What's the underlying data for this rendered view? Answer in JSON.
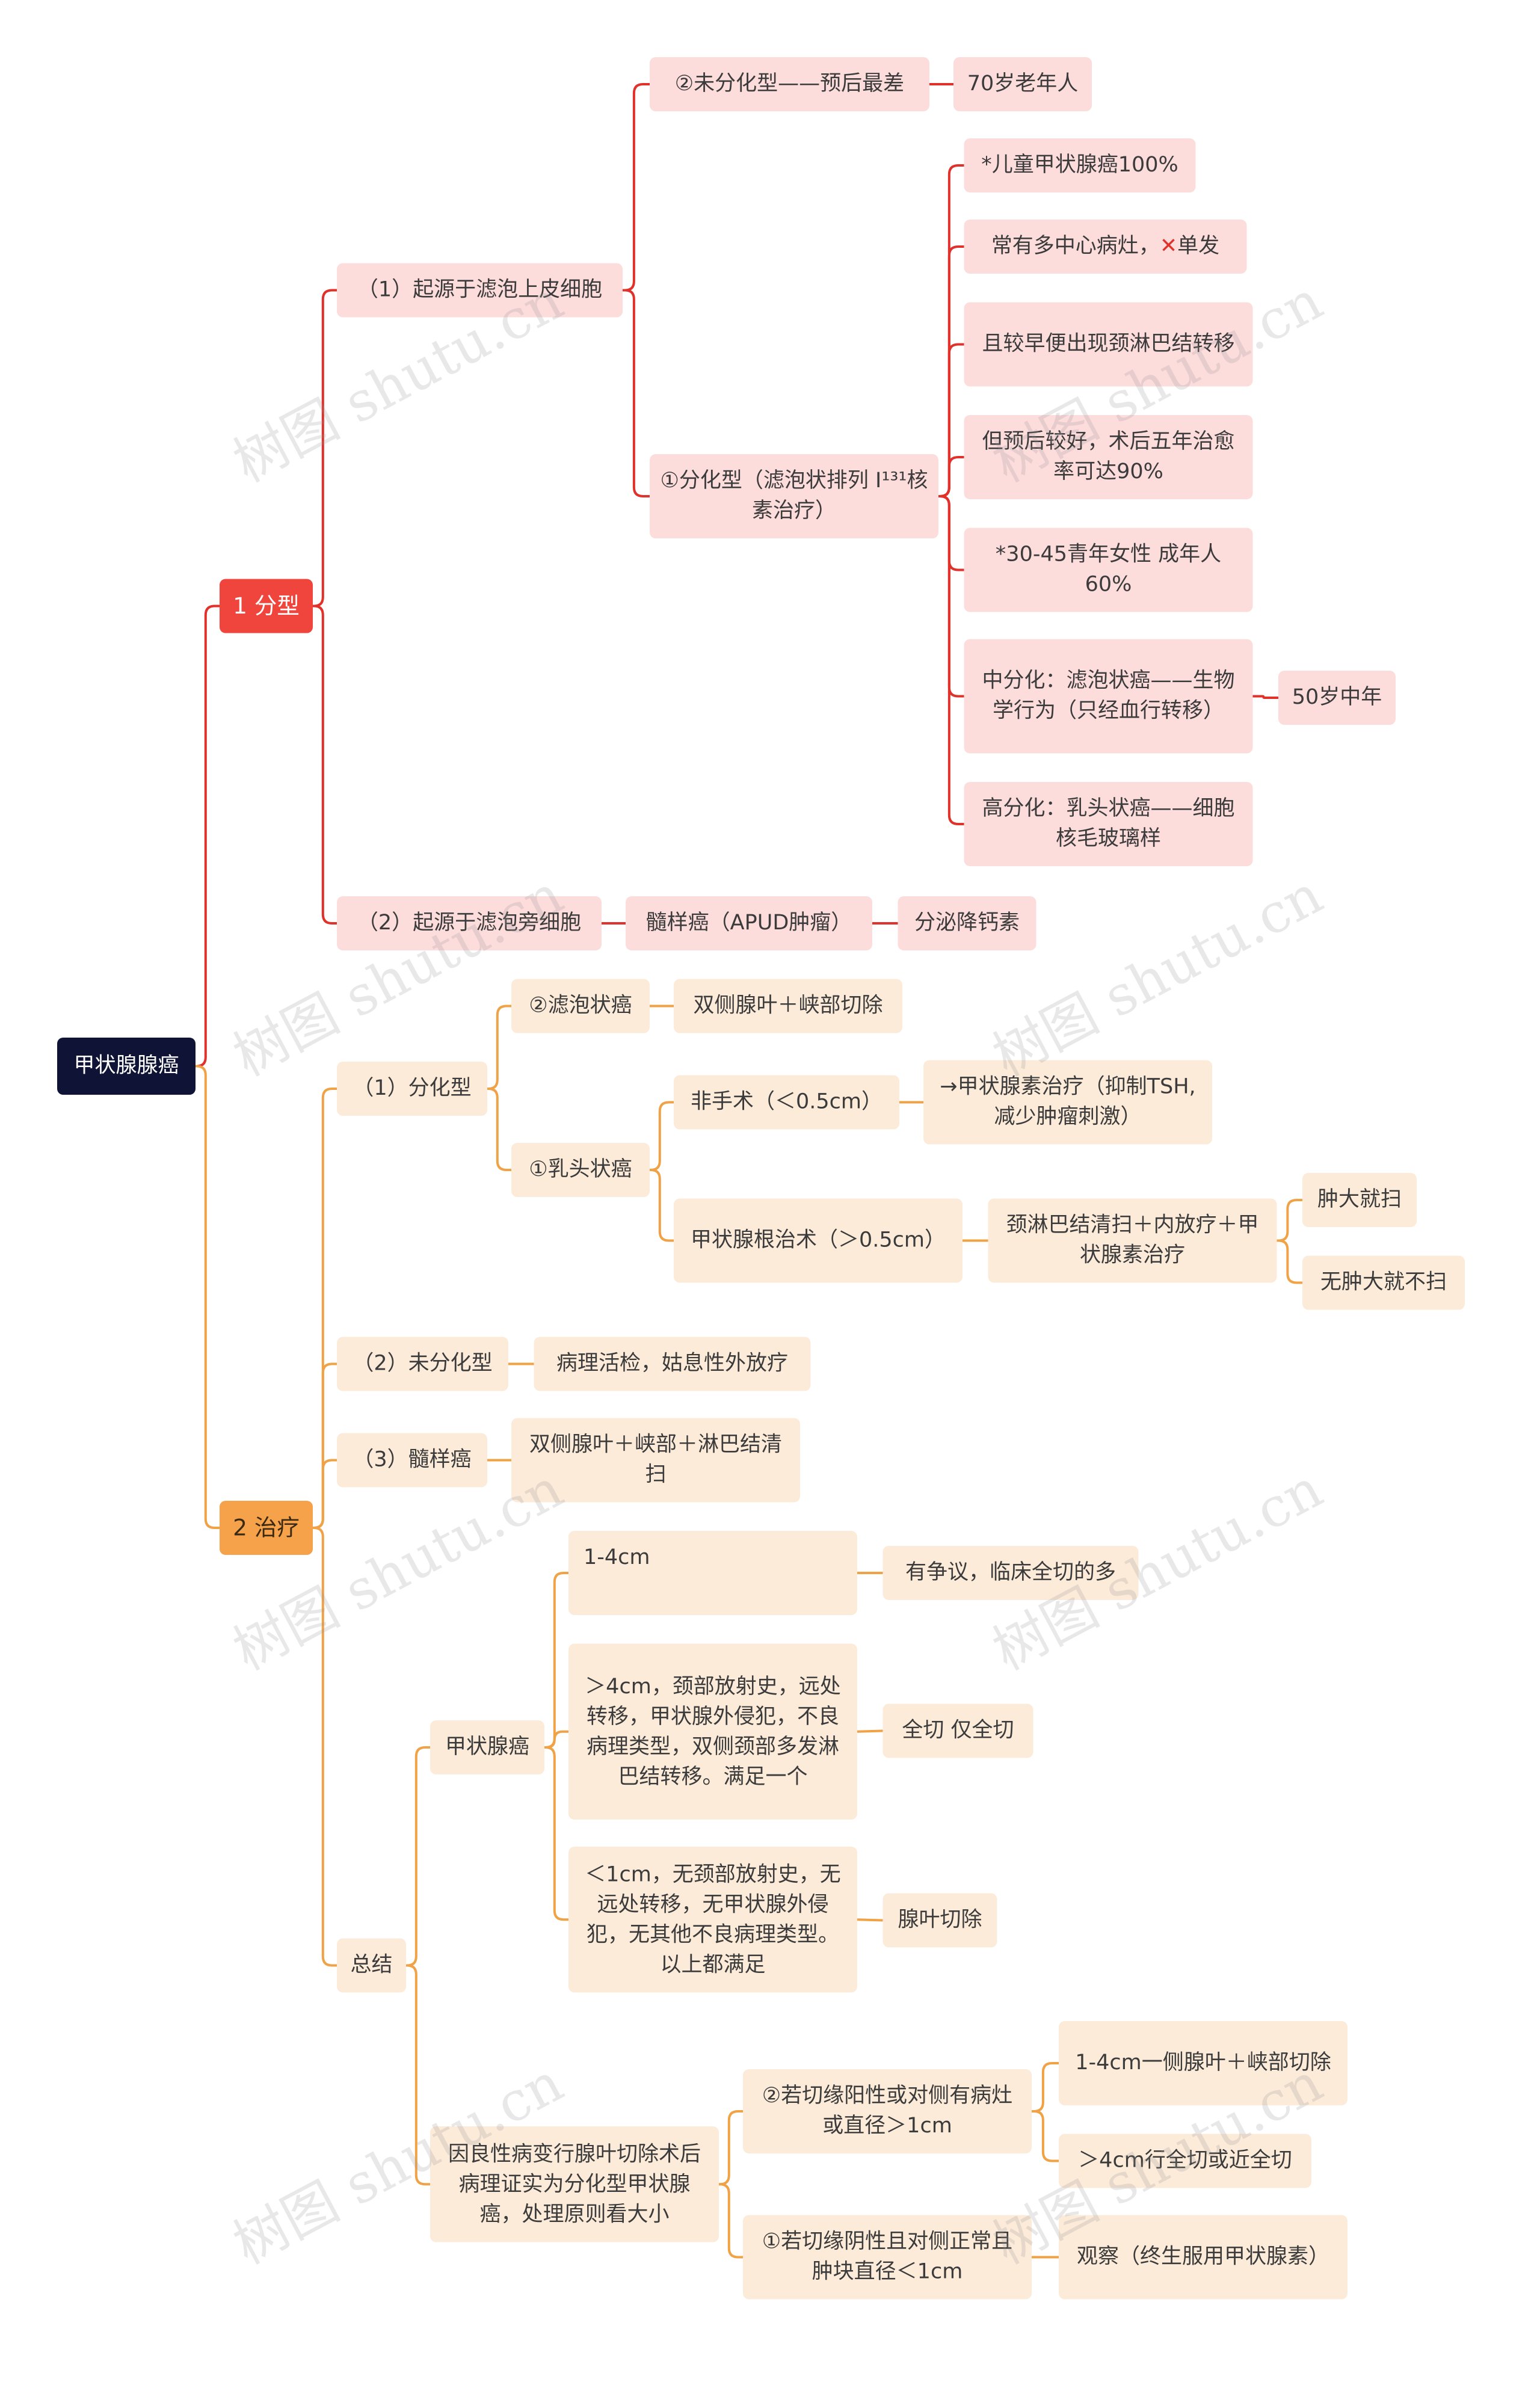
{
  "root": "甲状腺腺癌",
  "branch1": {
    "label": "1 分型",
    "follicular": {
      "label": "（1）起源于滤泡上皮细胞",
      "undiff": {
        "label": "②未分化型——预后最差",
        "note": "70岁老年人"
      },
      "diff": {
        "label": "①分化型（滤泡状排列 I¹³¹核素治疗）",
        "items": {
          "child": "*儿童甲状腺癌100%",
          "multi_pre": "常有多中心病灶，",
          "multi_post": "单发",
          "multi_mark": "✕",
          "lymph": "且较早便出现颈淋巴结转移",
          "prognosis": "但预后较好，术后五年治愈率可达90%",
          "young": "*30-45青年女性 成年人60%",
          "middiff": "中分化：滤泡状癌——生物学行为（只经血行转移）",
          "middiff_age": "50岁中年",
          "highdiff": "高分化：乳头状癌——细胞核毛玻璃样"
        }
      }
    },
    "parafollicular": {
      "label": "（2）起源于滤泡旁细胞",
      "medullary": "髓样癌（APUD肿瘤）",
      "secretion": "分泌降钙素"
    }
  },
  "branch2": {
    "label": "2 治疗",
    "diff": {
      "label": "（1）分化型",
      "follicular": {
        "label": "②滤泡状癌",
        "treat": "双侧腺叶＋峡部切除"
      },
      "papillary": {
        "label": "①乳头状癌",
        "nonsurg": "非手术（＜0.5cm）",
        "nonsurg_treat": "→甲状腺素治疗（抑制TSH,减少肿瘤刺激）",
        "radical": "甲状腺根治术（＞0.5cm）",
        "radical_treat": "颈淋巴结清扫＋内放疗＋甲状腺素治疗",
        "swollen": "肿大就扫",
        "notswollen": "无肿大就不扫"
      }
    },
    "undiff": {
      "label": "（2）未分化型",
      "treat": "病理活检，姑息性外放疗"
    },
    "medullary": {
      "label": "（3）髓样癌",
      "treat": "双侧腺叶＋峡部＋淋巴结清扫"
    },
    "summary": {
      "label": "总结",
      "cancer": {
        "label": "甲状腺癌",
        "size1": "1-4cm",
        "size1_treat": "有争议，临床全切的多",
        "size2": "＞4cm，颈部放射史，远处转移，甲状腺外侵犯，不良病理类型，双侧颈部多发淋巴结转移。满足一个",
        "size2_treat": "全切 仅全切",
        "size3": "＜1cm，无颈部放射史，无远处转移，无甲状腺外侵犯，无其他不良病理类型。以上都满足",
        "size3_treat": "腺叶切除"
      },
      "benign": {
        "label": "因良性病变行腺叶切除术后病理证实为分化型甲状腺癌，处理原则看大小",
        "positive": "②若切缘阳性或对侧有病灶或直径＞1cm",
        "pos_a": "1-4cm一侧腺叶＋峡部切除",
        "pos_b": "＞4cm行全切或近全切",
        "negative": "①若切缘阴性且对侧正常且肿块直径＜1cm",
        "neg_treat": "观察（终生服用甲状腺素）"
      }
    }
  },
  "watermark": "树图 shutu.cn",
  "colors": {
    "red_branch": "#e0312a",
    "orange_branch": "#f0a246",
    "red_node": "#fddcdc",
    "orange_node": "#fcebd9",
    "root": "#0f1437"
  }
}
